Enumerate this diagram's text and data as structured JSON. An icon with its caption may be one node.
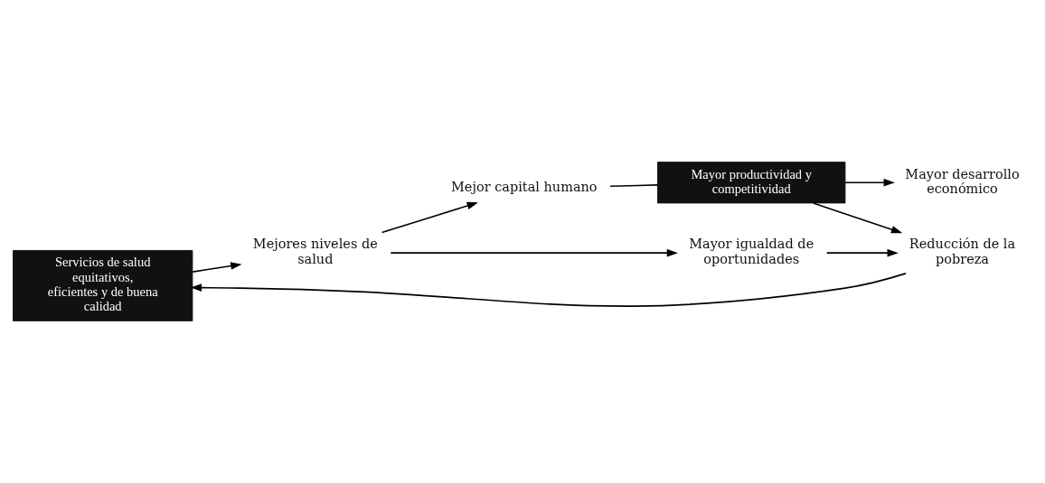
{
  "diagram": {
    "nodes": [
      {
        "text": [
          "Servicios de salud equitativos, eficientes y de buena calidad"
        ]
      },
      {
        "text": [
          "Mejores niveles de salud"
        ]
      },
      {
        "text": [
          "Mayor igualdad de oportunidades"
        ]
      },
      {
        "text": [
          "Mejor capital humano"
        ]
      },
      {
        "text": [
          "Mayor productividad y competitividad"
        ]
      },
      {
        "text": [
          "Reducción de la pobreza"
        ]
      },
      {
        "text": [
          "Mayor desarrollo económico"
        ]
      }
    ],
    "edges": [
      {
        "from": 0,
        "to": 1,
        "arrow": "to"
      },
      {
        "from": 1,
        "to": 2,
        "arrow": "to"
      },
      {
        "from": 1,
        "to": 3,
        "arrow": "to"
      },
      {
        "from": 2,
        "to": 5,
        "arrow": "to"
      },
      {
        "from": 3,
        "to": 4,
        "arrow": "none"
      },
      {
        "from": 4,
        "to": 5,
        "arrow": "to"
      },
      {
        "from": 4,
        "to": 6,
        "arrow": "to"
      },
      {
        "from": 5,
        "to": 0,
        "arrow": "to"
      }
    ]
  }
}
